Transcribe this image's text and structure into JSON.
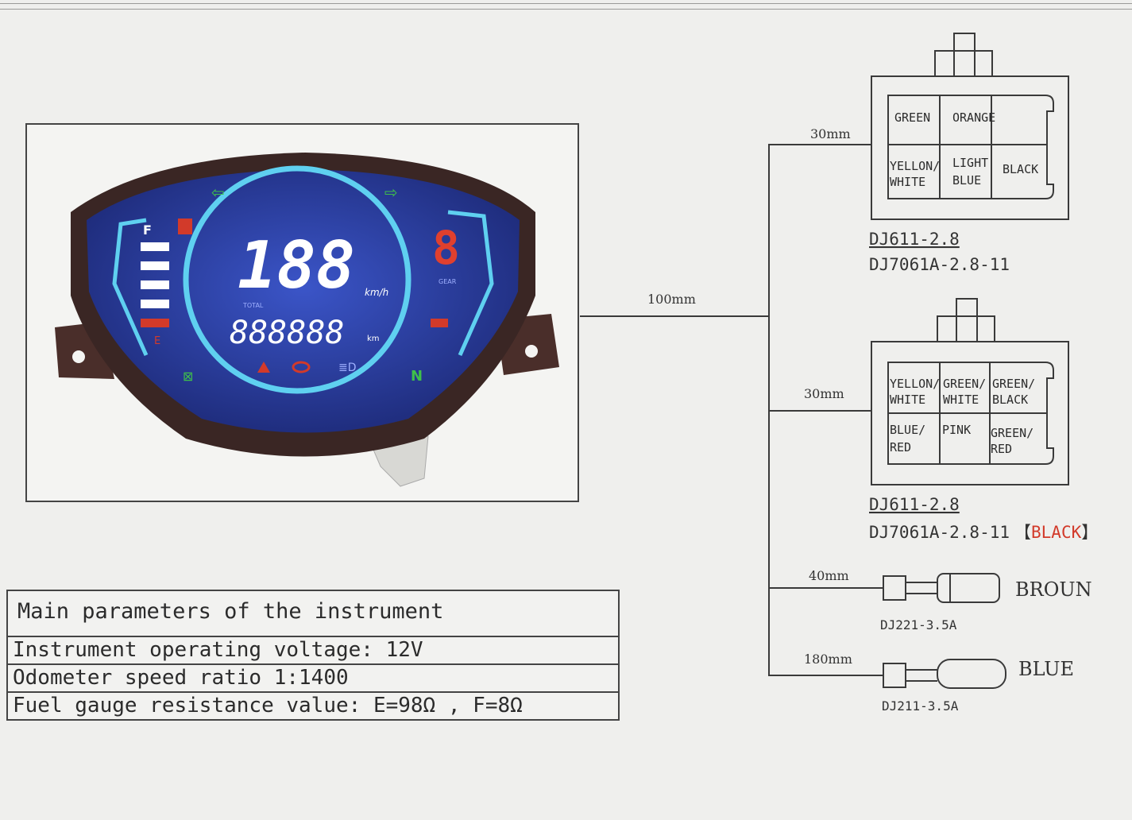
{
  "instrument": {
    "speed_digits": "188",
    "speed_unit": "km/h",
    "odometer_label": "TOTAL",
    "odometer_digits": "888888",
    "odometer_unit": "km",
    "gear_digit": "8",
    "gear_label": "GEAR",
    "fuel_full": "F",
    "fuel_empty": "E",
    "neutral": "N"
  },
  "connector1": {
    "cells_top": [
      "GREEN",
      "ORANGE"
    ],
    "cells_bottom": [
      [
        "YELLON/",
        "WHITE"
      ],
      [
        "LIGHT",
        "BLUE"
      ],
      [
        "BLACK"
      ]
    ],
    "part_a": "DJ611-2.8",
    "part_b": "DJ7061A-2.8-11",
    "lead_length": "30mm"
  },
  "connector2": {
    "cells_top": [
      [
        "YELLON/",
        "WHITE"
      ],
      [
        "GREEN/",
        "WHITE"
      ],
      [
        "GREEN/",
        "BLACK"
      ]
    ],
    "cells_bottom": [
      [
        "BLUE/",
        "RED"
      ],
      [
        "PINK"
      ],
      [
        "GREEN/",
        "RED"
      ]
    ],
    "part_a": "DJ611-2.8",
    "part_b": "DJ7061A-2.8-11",
    "part_color_prefix": "【",
    "part_color": "BLACK",
    "part_color_suffix": "】",
    "lead_length": "30mm"
  },
  "main_cable": {
    "length": "100mm"
  },
  "bullet1": {
    "length": "40mm",
    "wire_color": "BROUN",
    "part": "DJ221-3.5A"
  },
  "bullet2": {
    "length": "180mm",
    "wire_color": "BLUE",
    "part": "DJ211-3.5A"
  },
  "params": {
    "title": "Main parameters of the instrument",
    "rows": [
      "Instrument operating voltage: 12V",
      "Odometer speed ratio 1:1400",
      "Fuel gauge resistance value: E=98Ω , F=8Ω"
    ]
  },
  "colors": {
    "accent_red": "#d23a2a",
    "screen_blue": "#2a3fa8",
    "ring_cyan": "#5fd0f0"
  }
}
